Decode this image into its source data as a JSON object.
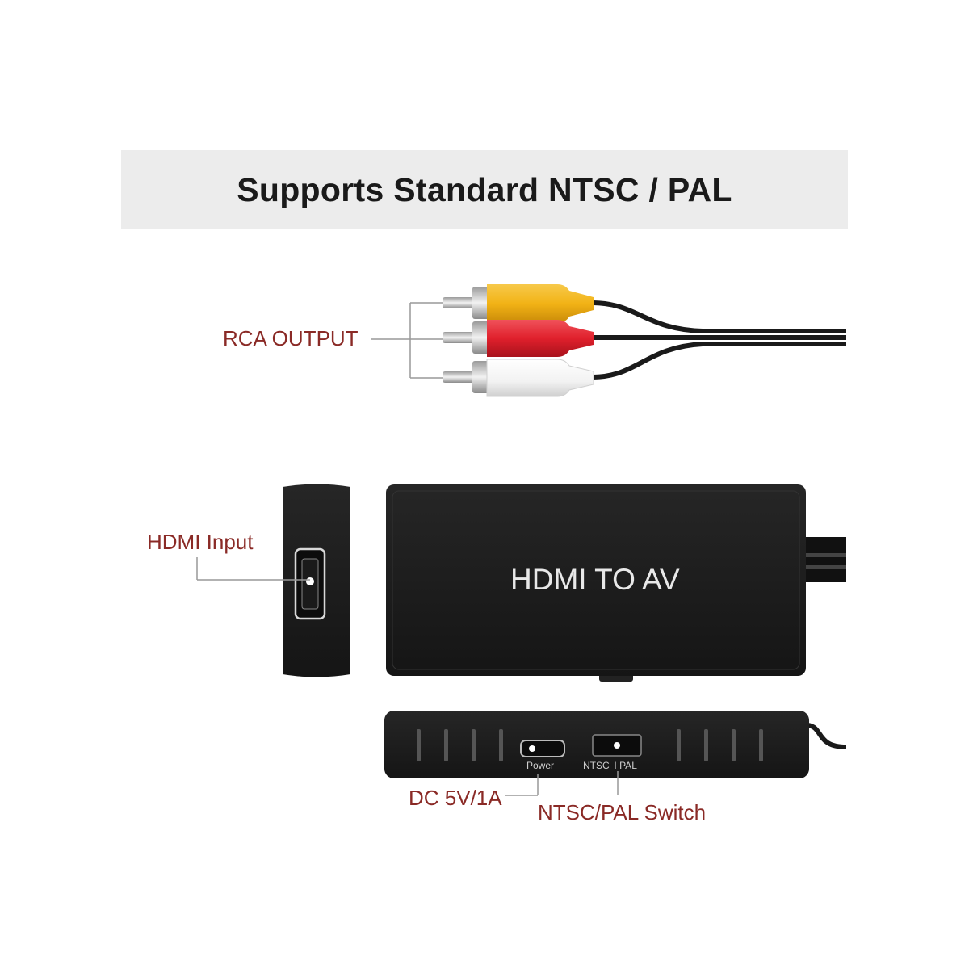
{
  "banner": {
    "title": "Supports Standard NTSC / PAL"
  },
  "labels": {
    "rca_output": "RCA OUTPUT",
    "hdmi_input": "HDMI Input",
    "dc_power": "DC 5V/1A",
    "switch": "NTSC/PAL Switch"
  },
  "device": {
    "name": "HDMI TO AV",
    "power_port_label": "Power",
    "switch_label": "NTSC  I PAL"
  },
  "colors": {
    "label_red": "#8a2a26",
    "banner_bg": "#ececec",
    "device_body": "#1c1c1c",
    "rca_yellow": "#f2b316",
    "rca_red": "#e0202c",
    "rca_white": "#f2f2f2"
  }
}
